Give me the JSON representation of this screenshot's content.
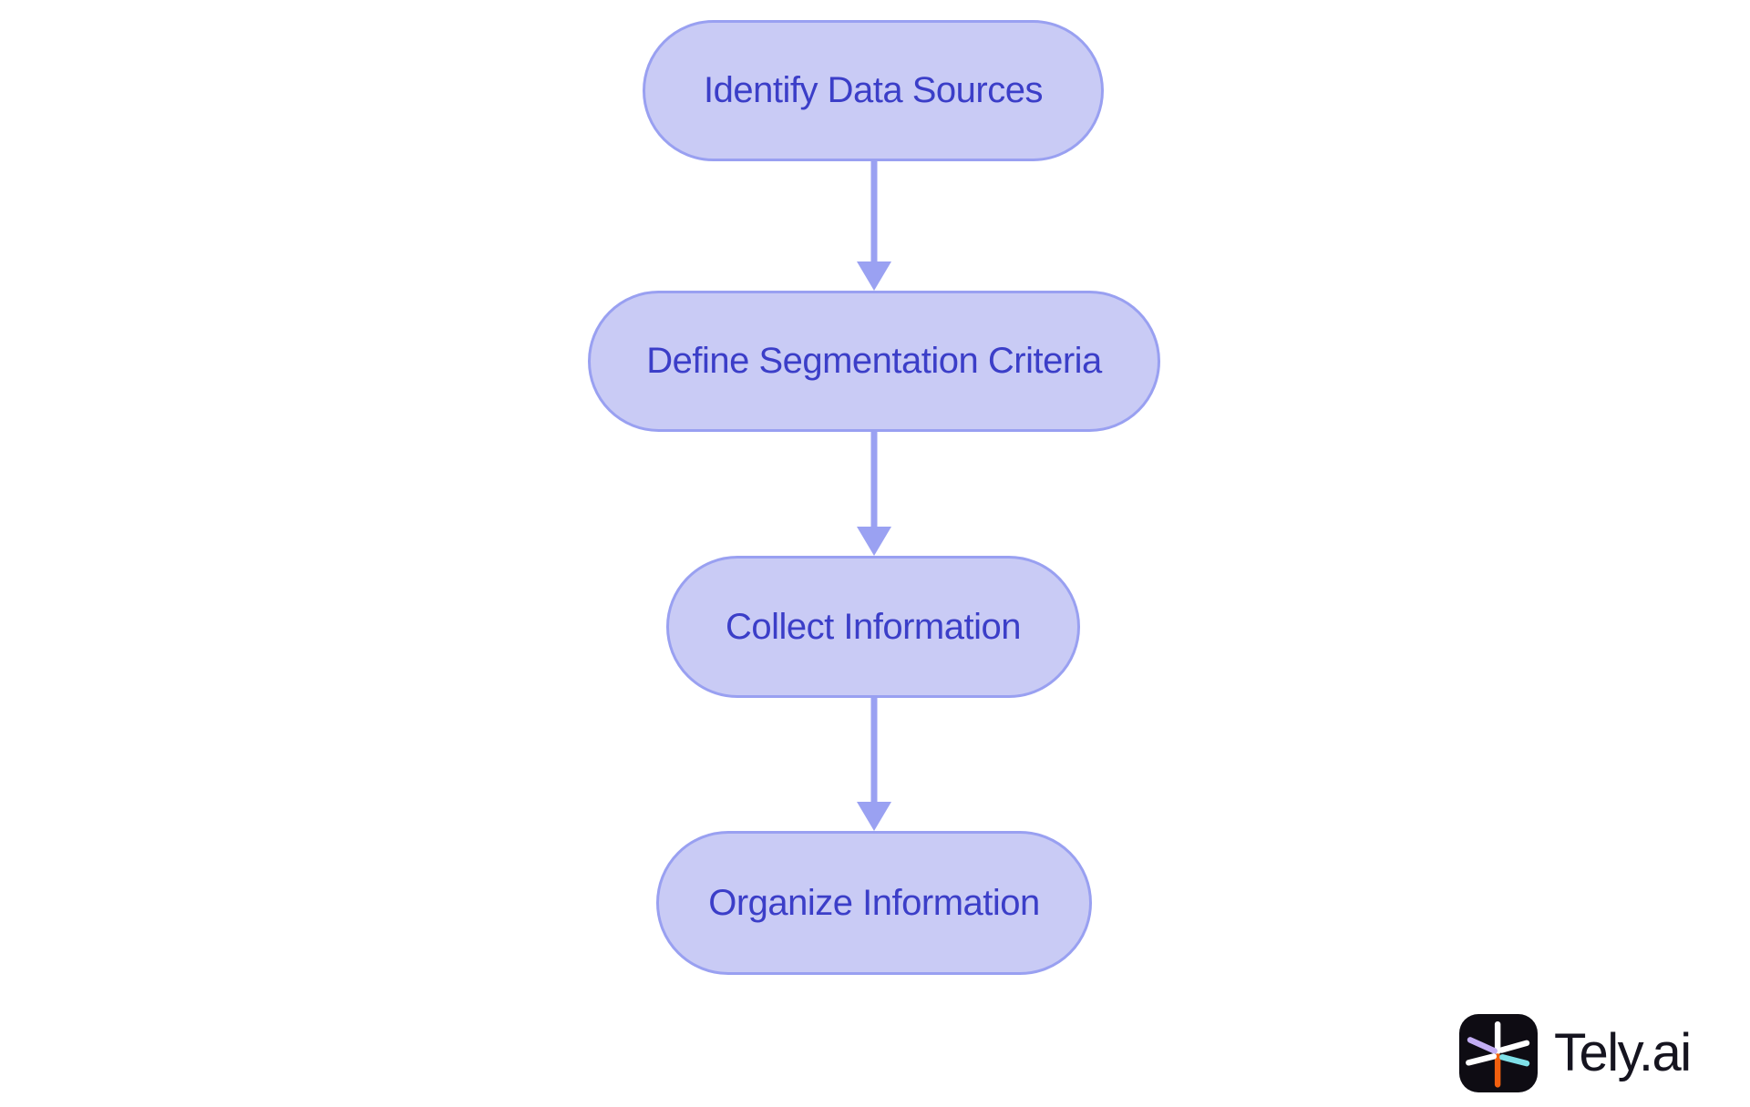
{
  "diagram": {
    "type": "flowchart",
    "direction": "top-down",
    "nodes": [
      {
        "id": "n1",
        "label": "Identify Data Sources"
      },
      {
        "id": "n2",
        "label": "Define Segmentation Criteria"
      },
      {
        "id": "n3",
        "label": "Collect Information"
      },
      {
        "id": "n4",
        "label": "Organize Information"
      }
    ],
    "edges": [
      {
        "from": "Identify Data Sources",
        "to": "Define Segmentation Criteria"
      },
      {
        "from": "Define Segmentation Criteria",
        "to": "Collect Information"
      },
      {
        "from": "Collect Information",
        "to": "Organize Information"
      }
    ]
  },
  "branding": {
    "logo_text": "Tely.ai",
    "logo_icon": "starburst-icon"
  },
  "colors": {
    "background": "#ffffff",
    "node_fill": "#c9cbf5",
    "node_border": "#99a0f1",
    "node_text": "#3b3ec8",
    "arrow": "#9aa1f2",
    "logo_box": "#0e0c13",
    "logo_text_color": "#15141f",
    "ray_white": "#ffffff",
    "ray_orange": "#f15f0e",
    "ray_lavender": "#c3aef4",
    "ray_cyan": "#7fe0e8"
  }
}
